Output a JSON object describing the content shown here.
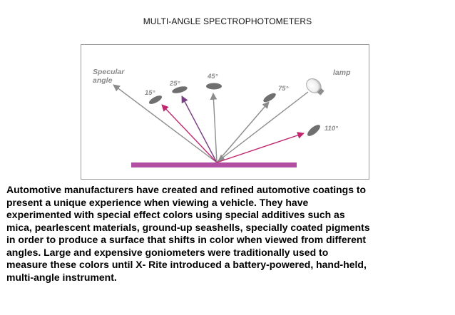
{
  "slide": {
    "title": "MULTI-ANGLE SPECTROPHOTOMETERS"
  },
  "figure": {
    "labels": {
      "specular_line1": "Specular",
      "specular_line2": "angle",
      "angle_15": "15°",
      "angle_25": "25°",
      "angle_45": "45°",
      "angle_75": "75°",
      "angle_110": "110°",
      "lamp": "lamp"
    },
    "colors": {
      "surface": "#b24fa3",
      "detector": "#6f6f6f",
      "reflected_ray": "#c0266d",
      "incident_ray": "#8c8c8c",
      "purple_ray": "#7a3e86"
    },
    "icons": {
      "lamp": "light-bulb-icon"
    }
  },
  "body": {
    "paragraph": "Automotive manufacturers have created and refined automotive  coatings to\npresent a unique experience when viewing a vehicle.  They have\nexperimented with special effect colors using special  additives such as\nmica, pearlescent materials, ground-up seashells,  specially coated pigments\nin order to produce a surface that shifts in  color when viewed from different\nangles. Large and expensive  goniometers were traditionally used to\nmeasure these colors until X-  Rite introduced a battery-powered, hand-held,\nmulti-angle instrument."
  }
}
